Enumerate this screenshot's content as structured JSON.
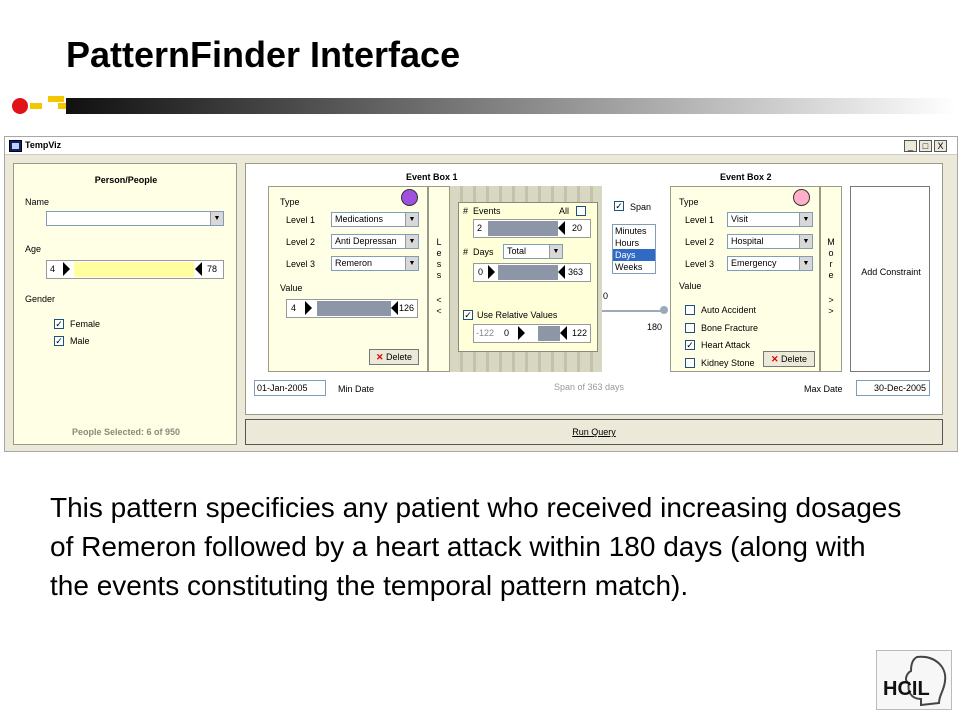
{
  "slide": {
    "title": "PatternFinder Interface",
    "body": "This pattern specificies any patient who received increasing dosages of Remeron followed by a heart attack within 180 days (along with the events constituting the temporal pattern match).",
    "logo_text": "HCIL"
  },
  "window": {
    "title": "TempViz",
    "buttons": {
      "minimize": "_",
      "maximize": "□",
      "close": "X"
    }
  },
  "person": {
    "header": "Person/People",
    "name_label": "Name",
    "name_value": "",
    "age_label": "Age",
    "age_min": "4",
    "age_max": "78",
    "gender_label": "Gender",
    "female_label": "Female",
    "male_label": "Male",
    "female_checked": true,
    "male_checked": true,
    "status": "People Selected: 6 of 950"
  },
  "event_box_1": {
    "header": "Event Box 1",
    "type_label": "Type",
    "level1_label": "Level 1",
    "level1_value": "Medications",
    "level2_label": "Level 2",
    "level2_value": "Anti Depressan",
    "level3_label": "Level 3",
    "level3_value": "Remeron",
    "value_label": "Value",
    "value_min": "4",
    "value_max": "126",
    "delete_label": "Delete",
    "less_label": [
      "L",
      "e",
      "s",
      "s",
      "<",
      "<"
    ],
    "circle_color": "#a050e0"
  },
  "connector": {
    "events_hash": "#",
    "events_label": "Events",
    "all_label": "All",
    "events_min": "2",
    "events_max": "20",
    "days_hash": "#",
    "days_label": "Days",
    "days_mode": "Total",
    "days_min": "0",
    "days_max": "363",
    "use_relative_label": "Use Relative Values",
    "rel_min": "-122",
    "rel_mid": "0",
    "rel_max": "122",
    "use_relative_checked": true,
    "span_label": "Span",
    "span_checked": true,
    "units": [
      "Minutes",
      "Hours",
      "Days",
      "Weeks"
    ],
    "units_selected": "Days",
    "gap_start": "0",
    "gap_end": "180"
  },
  "event_box_2": {
    "header": "Event Box 2",
    "type_label": "Type",
    "level1_label": "Level 1",
    "level1_value": "Visit",
    "level2_label": "Level 2",
    "level2_value": "Hospital",
    "level3_label": "Level 3",
    "level3_value": "Emergency",
    "value_label": "Value",
    "values": [
      {
        "label": "Auto Accident",
        "checked": false
      },
      {
        "label": "Bone Fracture",
        "checked": false
      },
      {
        "label": "Heart Attack",
        "checked": true
      },
      {
        "label": "Kidney Stone",
        "checked": false
      }
    ],
    "delete_label": "Delete",
    "more_label": [
      "M",
      "o",
      "r",
      "e",
      ">",
      ">"
    ],
    "circle_color": "#ffb0c8"
  },
  "add_constraint": {
    "label": "Add Constraint"
  },
  "timeline": {
    "min_date": "01-Jan-2005",
    "min_label": "Min Date",
    "span_text": "Span of 363 days",
    "max_label": "Max Date",
    "max_date": "30-Dec-2005"
  },
  "run_query": {
    "label": "Run Query"
  },
  "colors": {
    "panel_bg": "#ffffe6",
    "window_bg": "#ece9d8",
    "slider_fill": "#8c96a6",
    "accent_red": "#e0131a",
    "accent_yellow": "#f2c600"
  }
}
